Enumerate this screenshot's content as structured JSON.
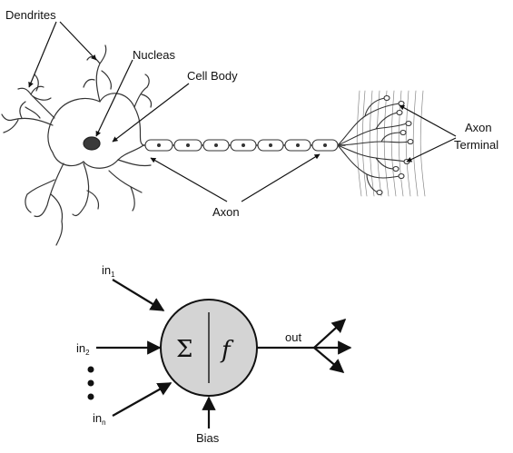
{
  "neuron": {
    "labels": {
      "dendrites": "Dendrites",
      "nucleus": "Nucleas",
      "cell_body": "Cell Body",
      "axon": "Axon",
      "axon_terminal_line1": "Axon",
      "axon_terminal_line2": "Terminal"
    }
  },
  "perceptron": {
    "inputs": [
      {
        "base": "in",
        "sub": "1"
      },
      {
        "base": "in",
        "sub": "2"
      },
      {
        "base": "in",
        "sub": "n"
      }
    ],
    "sum_symbol": "Σ",
    "activation_symbol": "f",
    "output_label": "out",
    "bias_label": "Bias"
  },
  "colors": {
    "stroke": "#111111",
    "node_fill": "#d4d4d4",
    "nucleus_fill": "#3a3a3a"
  }
}
